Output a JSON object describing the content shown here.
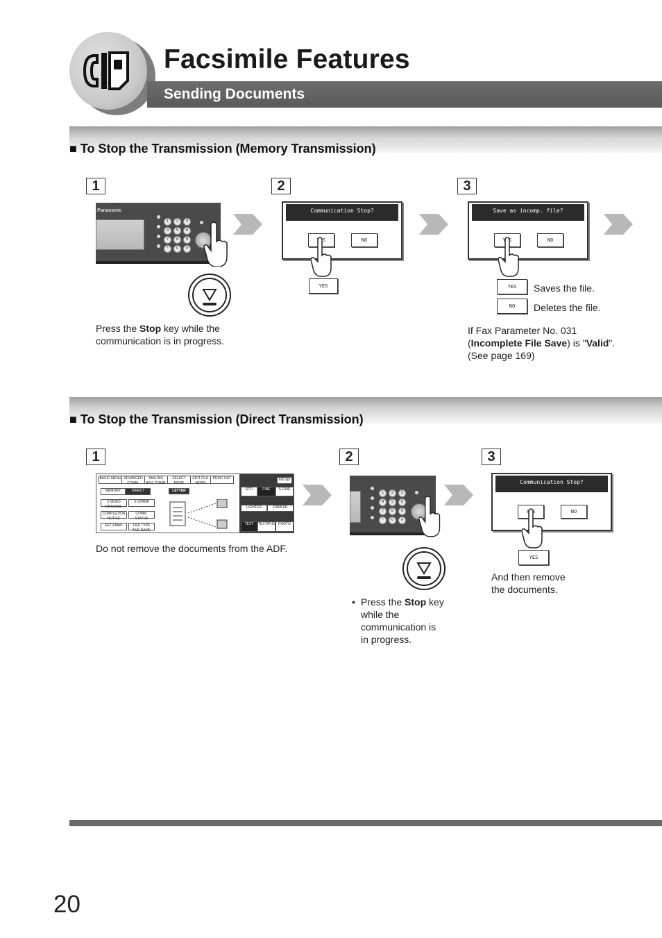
{
  "header": {
    "title": "Facsimile Features",
    "subtitle": "Sending Documents",
    "logo_icon": "fax-phone-icon"
  },
  "memory_section": {
    "title": "■ To Stop the Transmission (Memory Transmission)",
    "steps": [
      "1",
      "2",
      "3"
    ],
    "step1_caption_pre": "Press the ",
    "step1_caption_bold": "Stop",
    "step1_caption_post": " key while the",
    "step1_caption_line2": "communication is in progress.",
    "step2_screen_title": "Communication Stop?",
    "step3_screen_title": "Save as incomp. file?",
    "yes_label": "YES",
    "no_label": "NO",
    "yes_desc": "Saves the file.",
    "no_desc": "Deletes the file.",
    "note_line1": "If Fax Parameter No. 031",
    "note_line2_open": "(",
    "note_line2_bold1": "Incomplete File Save",
    "note_line2_mid": ") is \"",
    "note_line2_bold2": "Valid",
    "note_line2_end": "\".",
    "note_line3": "(See page 169)"
  },
  "direct_section": {
    "title": "■ To Stop the Transmission (Direct Transmission)",
    "steps": [
      "1",
      "2",
      "3"
    ],
    "step1_caption": "Do not remove the documents from the ADF.",
    "step2_bullet": "•",
    "step2_caption_pre": "Press the ",
    "step2_caption_bold": "Stop",
    "step2_caption_post": " key",
    "step2_caption_l2": "while the",
    "step2_caption_l3": "communication is",
    "step2_caption_l4": "in progress.",
    "step3_screen_title": "Communication Stop?",
    "yes_label": "YES",
    "no_label": "NO",
    "step3_caption_l1": "And then remove",
    "step3_caption_l2": "the documents."
  },
  "touch_screen": {
    "tabs": [
      "BASIC MENU",
      "ADVANCED COMM.",
      "MAILING ADV. COMM.",
      "SELECT MODE",
      "EDIT FILE MODE",
      "PRINT OUT"
    ],
    "memory": "MEMORY",
    "direct": "DIRECT",
    "letter": "LETTER",
    "buttons_left": [
      "2-SIDED ORIGINAL",
      "COMPLETION NOTICE",
      "GET EMAIL"
    ],
    "buttons_mid": [
      "X-STAMP",
      "COMM. STATUS",
      "FILE TYPE AND NAME"
    ],
    "res": [
      "STD",
      "FINE",
      "S-FINE"
    ],
    "lighter": "LIGHTER",
    "darker": "DARKER",
    "modes": [
      "TEXT",
      "TEXT/PHOTO",
      "PHOTO"
    ],
    "dpi": "600 dpi",
    "brand": "Panasonic"
  },
  "footer": {
    "page_number": "20"
  }
}
